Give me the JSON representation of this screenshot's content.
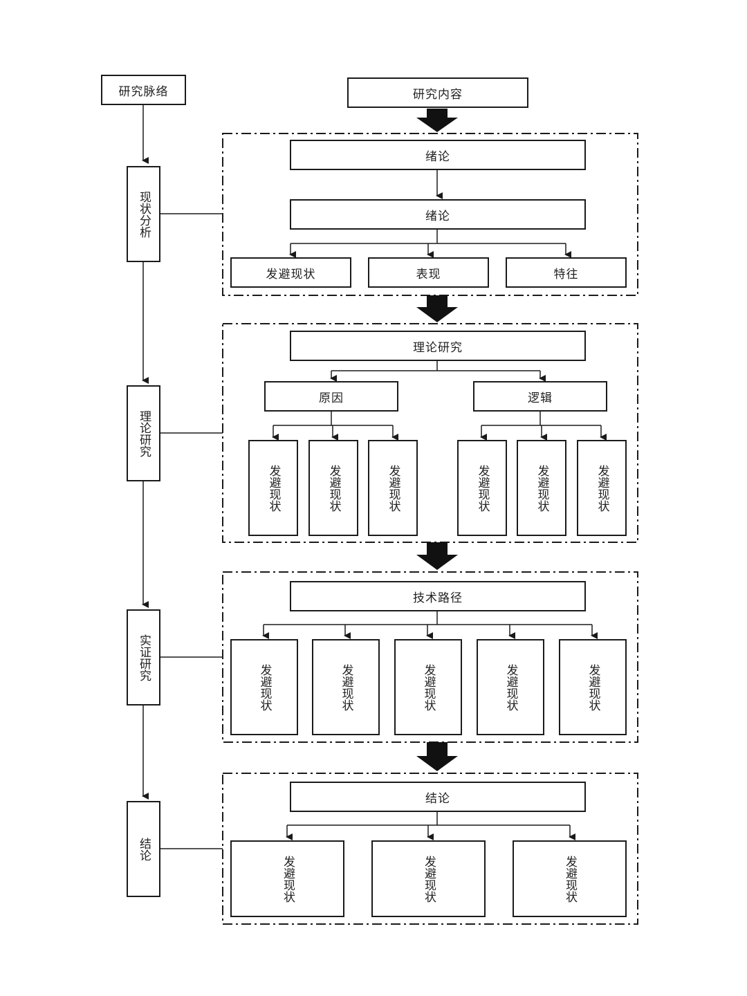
{
  "left_column": {
    "header": "研究脉络",
    "steps": [
      "现状分析",
      "理论研究",
      "实证研究",
      "结论"
    ]
  },
  "right_column": {
    "header": "研究内容"
  },
  "section1": {
    "top": "绪论",
    "middle": "绪论",
    "children": [
      "发避现状",
      "表现",
      "特往"
    ]
  },
  "section2": {
    "top": "理论研究",
    "left_branch": {
      "label": "原因",
      "children": [
        "发避现状",
        "发避现状",
        "发避现状"
      ]
    },
    "right_branch": {
      "label": "逻辑",
      "children": [
        "发避现状",
        "发避现状",
        "发避现状"
      ]
    }
  },
  "section3": {
    "top": "技术路径",
    "children": [
      "发避现状",
      "发避现状",
      "发避现状",
      "发避现状",
      "发避现状"
    ]
  },
  "section4": {
    "top": "结论",
    "children": [
      "发避现状",
      "发避现状",
      "发避现状"
    ]
  }
}
